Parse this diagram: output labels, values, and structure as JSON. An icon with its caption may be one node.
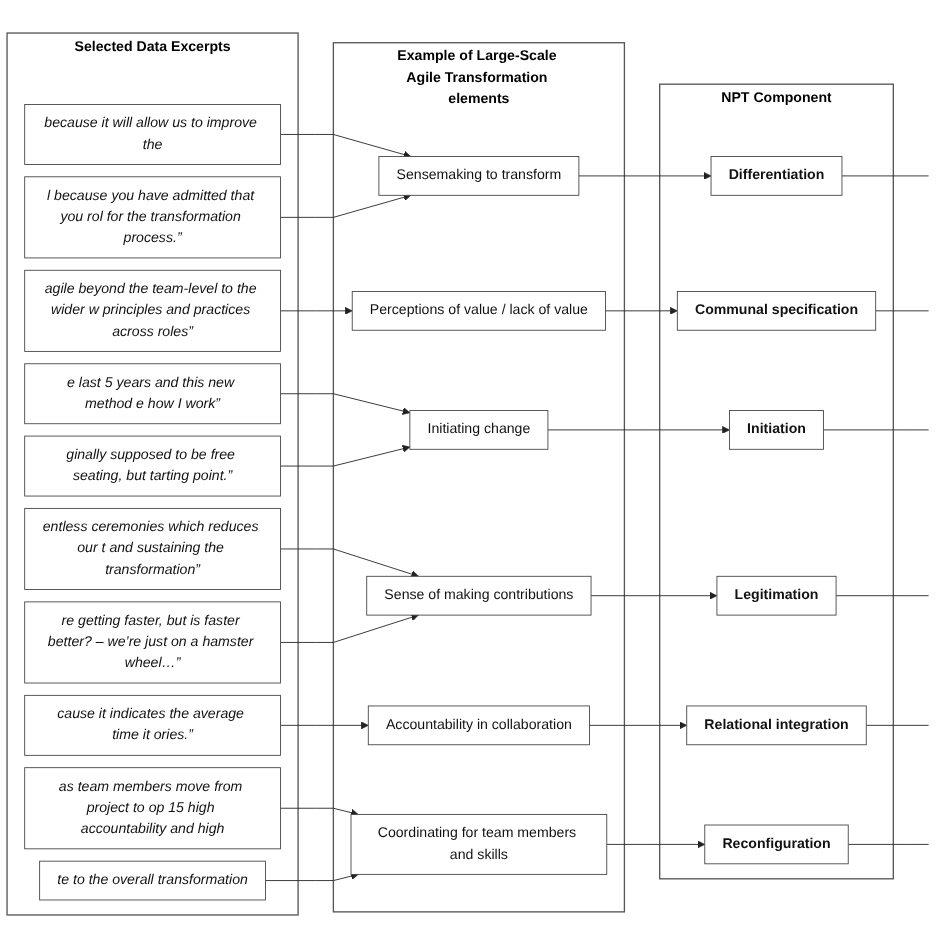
{
  "diagram": {
    "nodes": [
      {
        "text": [
          "Selected Data Excerpts"
        ]
      },
      {
        "text": [
          "because it will allow us to improve the"
        ],
        "in": 0
      },
      {
        "text": [
          "l because you have admitted that you rol for the transformation process.”"
        ],
        "in": 0
      },
      {
        "text": [
          "agile beyond the team-level to the wider w principles and practices across roles”"
        ],
        "in": 0
      },
      {
        "text": [
          "e last 5 years and this new method e how I work”"
        ],
        "in": 0
      },
      {
        "text": [
          "ginally supposed to be free seating, but tarting point.”"
        ],
        "in": 0
      },
      {
        "text": [
          "entless ceremonies which reduces our t and sustaining the transformation”"
        ],
        "in": 0
      },
      {
        "text": [
          "re getting faster, but is faster better? – we’re just on a hamster wheel…”"
        ],
        "in": 0
      },
      {
        "text": [
          "cause it indicates the average time it ories.”"
        ],
        "in": 0
      },
      {
        "text": [
          "as team members move from project to op 15 high accountability and high"
        ],
        "in": 0
      },
      {
        "text": [
          "te to the overall transformation"
        ],
        "in": 0
      },
      {
        "text": [
          "Example of Large-Scale Agile Transformation elements"
        ]
      },
      {
        "text": [
          "Sensemaking to transform"
        ],
        "in": 11
      },
      {
        "text": [
          "Perceptions of value / lack of value"
        ],
        "in": 11
      },
      {
        "text": [
          "Initiating change"
        ],
        "in": 11
      },
      {
        "text": [
          "Sense of making contributions"
        ],
        "in": 11
      },
      {
        "text": [
          "Accountability in collaboration"
        ],
        "in": 11
      },
      {
        "text": [
          "Coordinating for team members and skills"
        ],
        "in": 11
      },
      {
        "text": [
          "NPT Component"
        ]
      },
      {
        "text": [
          "Differentiation"
        ],
        "in": 18
      },
      {
        "text": [
          "Communal specification"
        ],
        "in": 18
      },
      {
        "text": [
          "Initiation"
        ],
        "in": 18
      },
      {
        "text": [
          "Legitimation"
        ],
        "in": 18
      },
      {
        "text": [
          "Relational integration"
        ],
        "in": 18
      },
      {
        "text": [
          "Reconfiguration"
        ],
        "in": 18
      }
    ],
    "edges": [
      {
        "from": 1,
        "to": 12,
        "arrow": "to"
      },
      {
        "from": 2,
        "to": 12,
        "arrow": "to"
      },
      {
        "from": 3,
        "to": 13,
        "arrow": "to"
      },
      {
        "from": 4,
        "to": 14,
        "arrow": "to"
      },
      {
        "from": 5,
        "to": 14,
        "arrow": "to"
      },
      {
        "from": 6,
        "to": 15,
        "arrow": "to"
      },
      {
        "from": 7,
        "to": 15,
        "arrow": "to"
      },
      {
        "from": 8,
        "to": 16,
        "arrow": "to"
      },
      {
        "from": 9,
        "to": 17,
        "arrow": "to"
      },
      {
        "from": 10,
        "to": 17,
        "arrow": "to"
      },
      {
        "from": 12,
        "to": 19,
        "arrow": "to"
      },
      {
        "from": 13,
        "to": 20,
        "arrow": "to"
      },
      {
        "from": 14,
        "to": 21,
        "arrow": "to"
      },
      {
        "from": 15,
        "to": 22,
        "arrow": "to"
      },
      {
        "from": 16,
        "to": 23,
        "arrow": "to"
      },
      {
        "from": 17,
        "to": 24,
        "arrow": "to"
      },
      {
        "from": 19,
        "to": null,
        "arrow": "none"
      },
      {
        "from": 20,
        "to": null,
        "arrow": "none"
      },
      {
        "from": 21,
        "to": null,
        "arrow": "none"
      },
      {
        "from": 22,
        "to": null,
        "arrow": "none"
      },
      {
        "from": 23,
        "to": null,
        "arrow": "none"
      },
      {
        "from": 24,
        "to": null,
        "arrow": "none"
      }
    ]
  }
}
